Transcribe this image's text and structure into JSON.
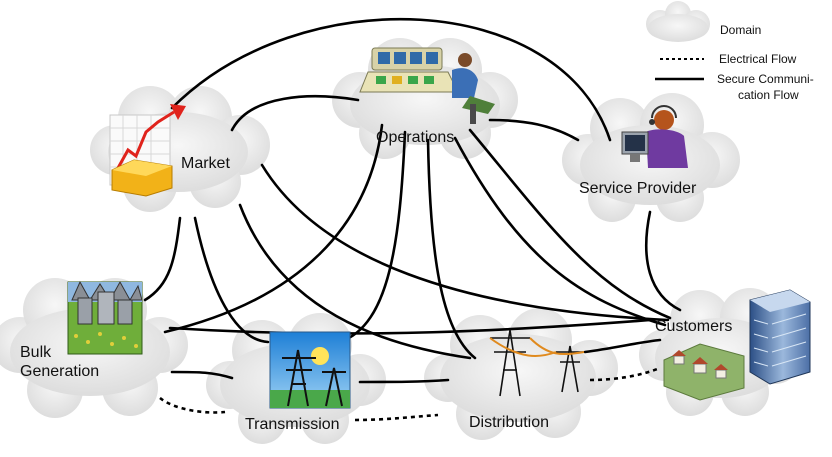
{
  "legend": {
    "domain": "Domain",
    "electrical": "Electrical Flow",
    "secure_line1": "Secure Communi-",
    "secure_line2": "cation Flow"
  },
  "domains": {
    "market": "Market",
    "operations": "Operations",
    "service_provider": "Service Provider",
    "bulk_line1": "Bulk",
    "bulk_line2": "Generation",
    "transmission": "Transmission",
    "distribution": "Distribution",
    "customers": "Customers"
  },
  "colors": {
    "cloud": "#e4e4e4",
    "cloud_edge": "#f5f5f5",
    "line": "#000000",
    "accent_orange": "#e08a1e",
    "accent_green": "#3aa64a",
    "accent_blue": "#3b6fb6"
  },
  "links": {
    "secure_communication": [
      [
        "Market",
        "Operations"
      ],
      [
        "Market",
        "Service Provider"
      ],
      [
        "Market",
        "Bulk Generation"
      ],
      [
        "Market",
        "Transmission"
      ],
      [
        "Market",
        "Distribution"
      ],
      [
        "Market",
        "Customers"
      ],
      [
        "Operations",
        "Service Provider"
      ],
      [
        "Operations",
        "Bulk Generation"
      ],
      [
        "Operations",
        "Transmission"
      ],
      [
        "Operations",
        "Distribution"
      ],
      [
        "Operations",
        "Customers"
      ],
      [
        "Service Provider",
        "Customers"
      ],
      [
        "Bulk Generation",
        "Transmission"
      ],
      [
        "Transmission",
        "Distribution"
      ],
      [
        "Distribution",
        "Customers"
      ],
      [
        "Bulk Generation",
        "Customers"
      ]
    ],
    "electrical": [
      [
        "Bulk Generation",
        "Transmission"
      ],
      [
        "Transmission",
        "Distribution"
      ],
      [
        "Distribution",
        "Customers"
      ]
    ]
  }
}
